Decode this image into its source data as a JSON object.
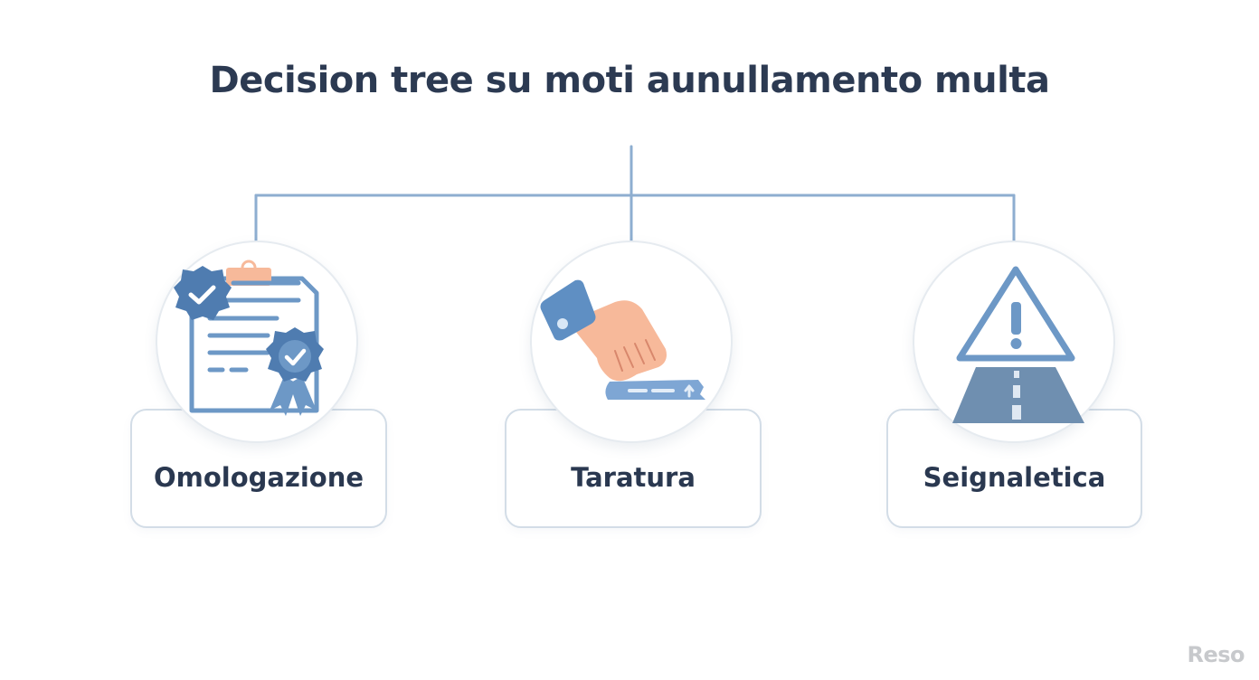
{
  "diagram": {
    "title": "Decision tree su moti aunullamento multa",
    "colors": {
      "title_text": "#2c3a52",
      "connector": "#8eaed0",
      "box_border": "#d3dde7",
      "icon_blue": "#6391c4",
      "icon_dark_blue": "#4f7cb0",
      "icon_peach": "#f7b99a",
      "road_gray_blue": "#6f8fb0"
    },
    "root": {
      "label": "",
      "children": [
        "omologazione",
        "taratura",
        "seignaletica"
      ]
    },
    "nodes": [
      {
        "id": "omologazione",
        "label": "Omologazione",
        "icon": "certified-document-icon"
      },
      {
        "id": "taratura",
        "label": "Taratura",
        "icon": "hand-calibration-icon"
      },
      {
        "id": "seignaletica",
        "label": "Seignaletica",
        "icon": "warning-road-sign-icon"
      }
    ]
  },
  "watermark": {
    "text": "Reso"
  }
}
